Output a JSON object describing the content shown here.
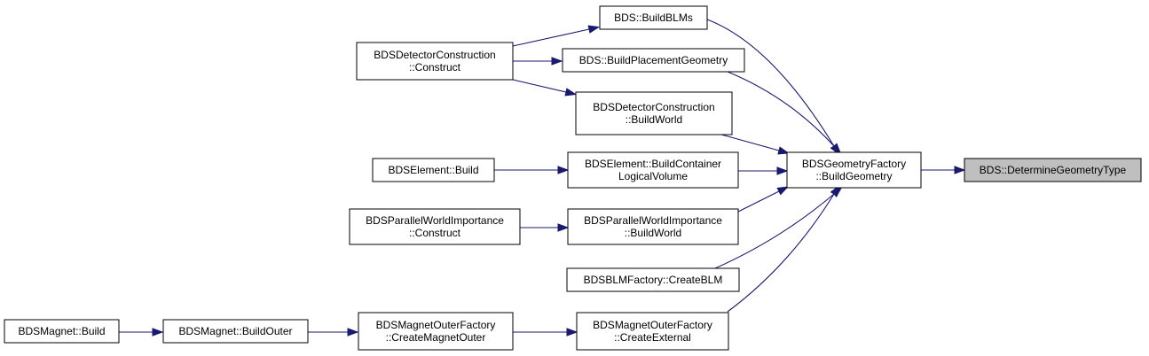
{
  "graph": {
    "nodes": [
      {
        "id": "n1",
        "lines": [
          "BDS::DetermineGeometryType"
        ],
        "focus": true
      },
      {
        "id": "n2",
        "lines": [
          "BDSGeometryFactory",
          "::BuildGeometry"
        ]
      },
      {
        "id": "n3",
        "lines": [
          "BDS::BuildBLMs"
        ]
      },
      {
        "id": "n4",
        "lines": [
          "BDS::BuildPlacementGeometry"
        ]
      },
      {
        "id": "n5",
        "lines": [
          "BDSDetectorConstruction",
          "::BuildWorld"
        ]
      },
      {
        "id": "n6",
        "lines": [
          "BDSElement::BuildContainer",
          "LogicalVolume"
        ]
      },
      {
        "id": "n7",
        "lines": [
          "BDSParallelWorldImportance",
          "::BuildWorld"
        ]
      },
      {
        "id": "n8",
        "lines": [
          "BDSBLMFactory::CreateBLM"
        ]
      },
      {
        "id": "n9",
        "lines": [
          "BDSMagnetOuterFactory",
          "::CreateExternal"
        ]
      },
      {
        "id": "n10",
        "lines": [
          "BDSDetectorConstruction",
          "::Construct"
        ]
      },
      {
        "id": "n11",
        "lines": [
          "BDSElement::Build"
        ]
      },
      {
        "id": "n12",
        "lines": [
          "BDSParallelWorldImportance",
          "::Construct"
        ]
      },
      {
        "id": "n13",
        "lines": [
          "BDSMagnetOuterFactory",
          "::CreateMagnetOuter"
        ]
      },
      {
        "id": "n14",
        "lines": [
          "BDSMagnet::BuildOuter"
        ]
      },
      {
        "id": "n15",
        "lines": [
          "BDSMagnet::Build"
        ]
      }
    ],
    "edges": [
      {
        "from": "n2",
        "to": "n1"
      },
      {
        "from": "n3",
        "to": "n2"
      },
      {
        "from": "n4",
        "to": "n2"
      },
      {
        "from": "n5",
        "to": "n2"
      },
      {
        "from": "n6",
        "to": "n2"
      },
      {
        "from": "n7",
        "to": "n2"
      },
      {
        "from": "n8",
        "to": "n2"
      },
      {
        "from": "n9",
        "to": "n2"
      },
      {
        "from": "n10",
        "to": "n3"
      },
      {
        "from": "n10",
        "to": "n4"
      },
      {
        "from": "n10",
        "to": "n5"
      },
      {
        "from": "n11",
        "to": "n6"
      },
      {
        "from": "n12",
        "to": "n7"
      },
      {
        "from": "n13",
        "to": "n9"
      },
      {
        "from": "n14",
        "to": "n13"
      },
      {
        "from": "n15",
        "to": "n14"
      }
    ]
  }
}
